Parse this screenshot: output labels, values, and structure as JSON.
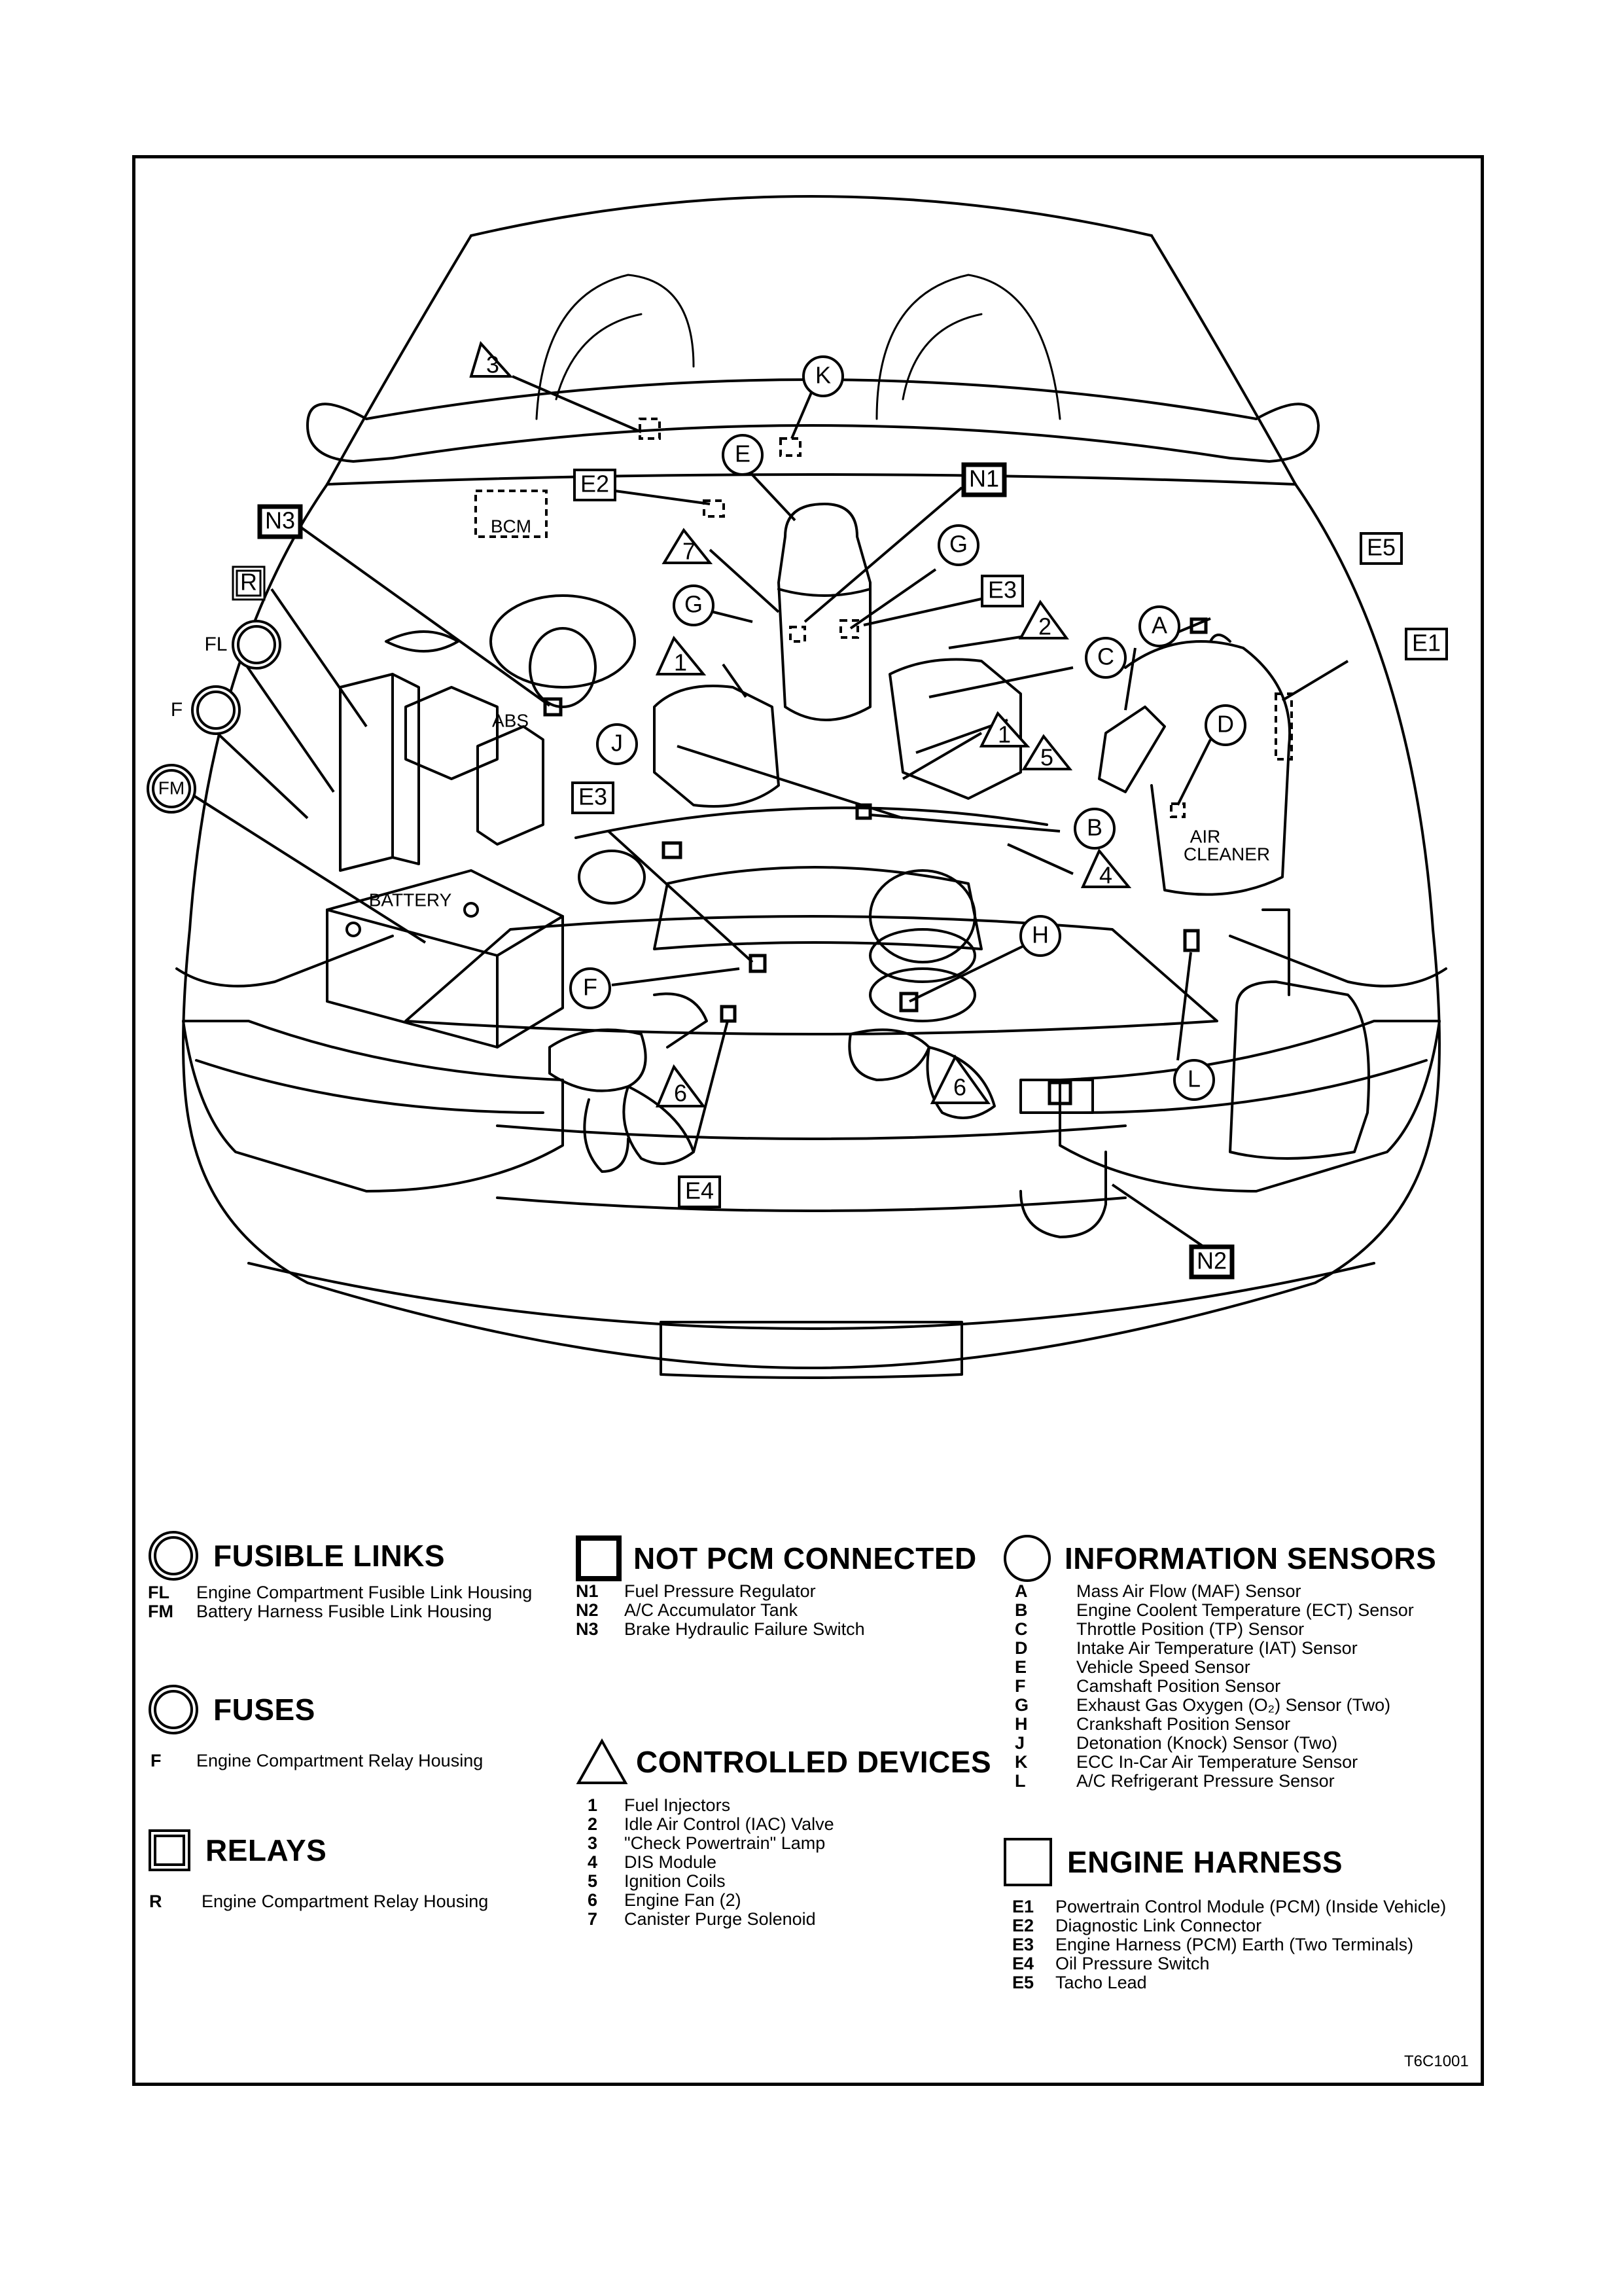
{
  "diagram": {
    "callouts": {
      "k": "K",
      "e": "E",
      "n1": "N1",
      "e2": "E2",
      "bcm": "BCM",
      "n3": "N3",
      "r": "R",
      "g1": "G",
      "g2": "G",
      "e3a": "E3",
      "e3b": "E3",
      "fl": "FL",
      "f1": "F",
      "fm": "FM",
      "a": "A",
      "c": "C",
      "d": "D",
      "e5": "E5",
      "e1": "E1",
      "j": "J",
      "b": "B",
      "h": "H",
      "f2": "F",
      "l": "L",
      "e4": "E4",
      "n2": "N2",
      "t3": "3",
      "t7": "7",
      "t1a": "1",
      "t1b": "1",
      "t2": "2",
      "t5": "5",
      "t4": "4",
      "t6a": "6",
      "t6b": "6"
    },
    "part_labels": {
      "abs": "ABS",
      "battery": "BATTERY",
      "air_cleaner_1": "AIR",
      "air_cleaner_2": "CLEANER"
    }
  },
  "legend": {
    "fusible_links": {
      "title": "FUSIBLE LINKS",
      "items": [
        {
          "code": "FL",
          "desc": "Engine Compartment Fusible Link Housing"
        },
        {
          "code": "FM",
          "desc": "Battery Harness Fusible Link Housing"
        }
      ]
    },
    "fuses": {
      "title": "FUSES",
      "items": [
        {
          "code": "F",
          "desc": "Engine Compartment Relay Housing"
        }
      ]
    },
    "relays": {
      "title": "RELAYS",
      "items": [
        {
          "code": "R",
          "desc": "Engine Compartment Relay Housing"
        }
      ]
    },
    "not_pcm_connected": {
      "title": "NOT PCM CONNECTED",
      "items": [
        {
          "code": "N1",
          "desc": "Fuel Pressure Regulator"
        },
        {
          "code": "N2",
          "desc": "A/C Accumulator Tank"
        },
        {
          "code": "N3",
          "desc": "Brake Hydraulic Failure Switch"
        }
      ]
    },
    "controlled_devices": {
      "title": "CONTROLLED DEVICES",
      "items": [
        {
          "code": "1",
          "desc": "Fuel Injectors"
        },
        {
          "code": "2",
          "desc": "Idle Air Control (IAC) Valve"
        },
        {
          "code": "3",
          "desc": "\"Check Powertrain\" Lamp"
        },
        {
          "code": "4",
          "desc": "DIS Module"
        },
        {
          "code": "5",
          "desc": "Ignition Coils"
        },
        {
          "code": "6",
          "desc": "Engine Fan (2)"
        },
        {
          "code": "7",
          "desc": "Canister Purge Solenoid"
        }
      ]
    },
    "information_sensors": {
      "title": "INFORMATION SENSORS",
      "items": [
        {
          "code": "A",
          "desc": "Mass Air Flow (MAF) Sensor"
        },
        {
          "code": "B",
          "desc": "Engine Coolent Temperature (ECT) Sensor"
        },
        {
          "code": "C",
          "desc": "Throttle Position (TP) Sensor"
        },
        {
          "code": "D",
          "desc": "Intake Air Temperature (IAT) Sensor"
        },
        {
          "code": "E",
          "desc": "Vehicle Speed Sensor"
        },
        {
          "code": "F",
          "desc": "Camshaft Position Sensor"
        },
        {
          "code": "G",
          "desc": "Exhaust Gas Oxygen (O₂) Sensor (Two)"
        },
        {
          "code": "H",
          "desc": "Crankshaft Position Sensor"
        },
        {
          "code": "J",
          "desc": "Detonation (Knock) Sensor (Two)"
        },
        {
          "code": "K",
          "desc": "ECC In-Car Air Temperature Sensor"
        },
        {
          "code": "L",
          "desc": "A/C Refrigerant Pressure Sensor"
        }
      ]
    },
    "engine_harness": {
      "title": "ENGINE HARNESS",
      "items": [
        {
          "code": "E1",
          "desc": "Powertrain Control Module (PCM) (Inside Vehicle)"
        },
        {
          "code": "E2",
          "desc": "Diagnostic Link Connector"
        },
        {
          "code": "E3",
          "desc": "Engine Harness (PCM) Earth (Two Terminals)"
        },
        {
          "code": "E4",
          "desc": "Oil Pressure Switch"
        },
        {
          "code": "E5",
          "desc": "Tacho Lead"
        }
      ]
    }
  },
  "figure_id": "T6C1001"
}
